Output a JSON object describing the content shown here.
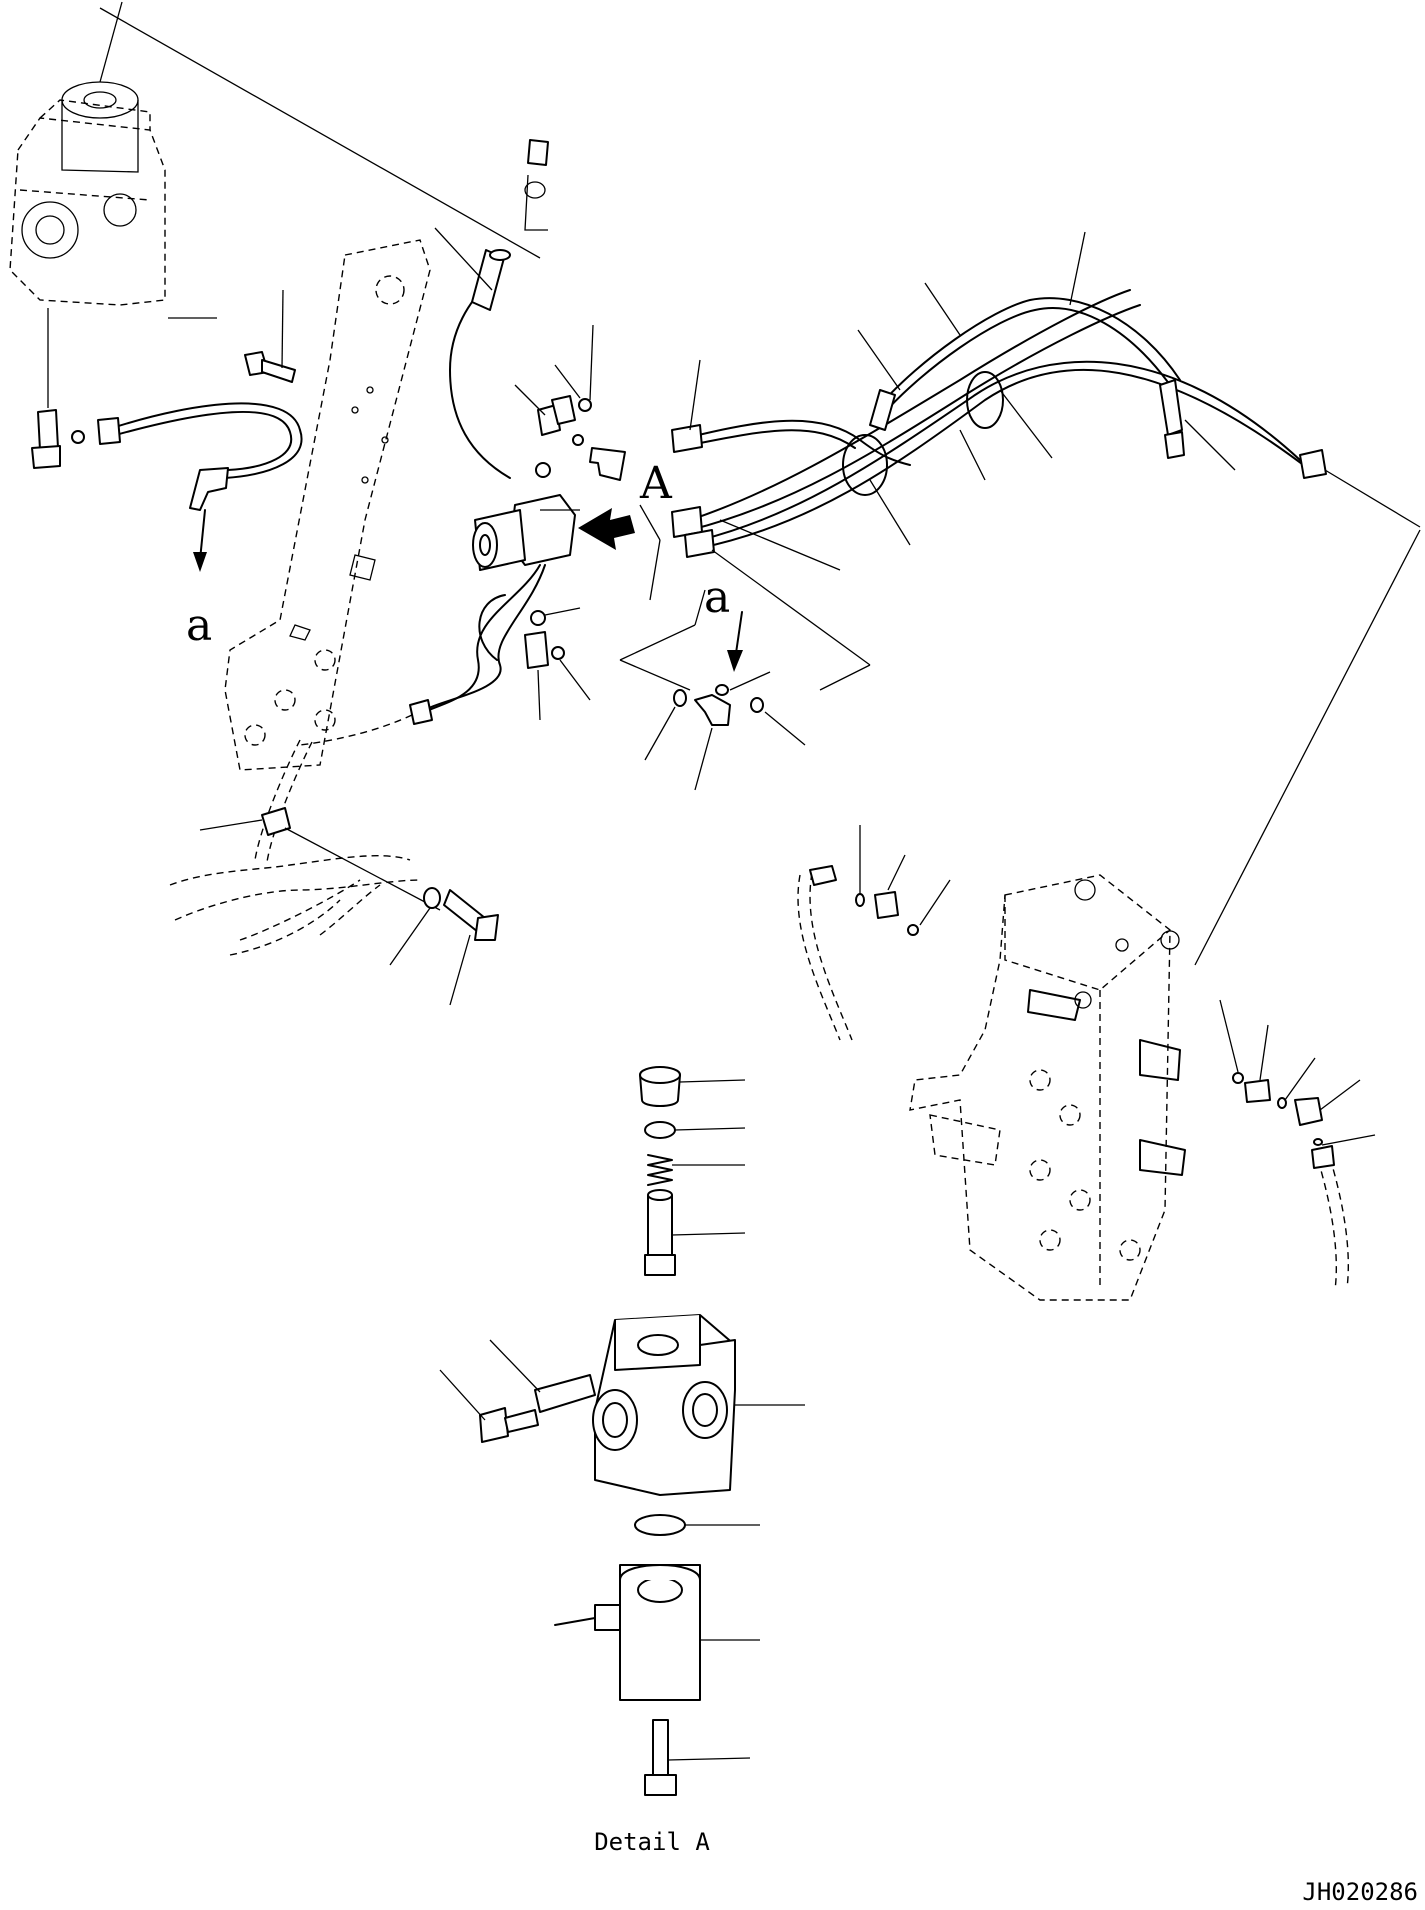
{
  "view_markers": {
    "arrow_label": "A",
    "left_connection_label": "a",
    "right_connection_label": "a"
  },
  "detail_caption": "Detail A",
  "drawing_number": "JH020286"
}
